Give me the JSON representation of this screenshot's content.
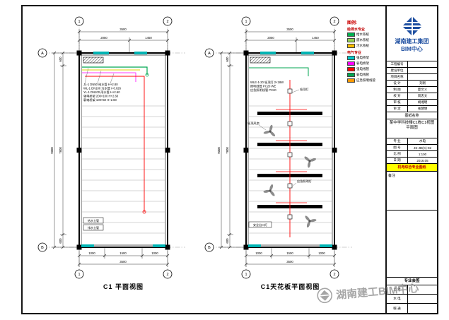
{
  "sheet": {
    "watermark_text": "湖南建工BIM中心"
  },
  "legend": {
    "title": "图例:",
    "plumbing_header": "给排水专业",
    "plumbing_items": [
      {
        "label": "给水系统",
        "color": "#00b050"
      },
      {
        "label": "废水系统",
        "color": "#92d050"
      },
      {
        "label": "污水系统",
        "color": "#ffc000"
      }
    ],
    "electrical_header": "电气专业",
    "electrical_items": [
      {
        "label": "强电桥架",
        "color": "#00c8c8"
      },
      {
        "label": "弱电桥架",
        "color": "#ff00ff"
      },
      {
        "label": "强电线管",
        "color": "#ff0000"
      },
      {
        "label": "弱电线管",
        "color": "#00a651"
      },
      {
        "label": "应急照明线管",
        "color": "#ff9900"
      }
    ]
  },
  "dims": {
    "top_total": "3500",
    "top_seg1": "2050",
    "top_seg2": "1450",
    "left_total": "9000",
    "left_seg1": "600",
    "left_seg2": "7800",
    "left_seg3": "600",
    "bottom_seg1": "1000",
    "bottom_seg2": "1500",
    "bottom_seg3": "1000",
    "bottom_total": "3500",
    "bubble_top1": "1",
    "bubble_top2": "2",
    "bubble_side_top": "A",
    "bubble_side_bottom": "B",
    "bubble_bottom1": "1",
    "bubble_bottom2": "2"
  },
  "plan_left": {
    "title": "C1 平面视图",
    "notes": [
      "JL-1 DN50 给水管 H+2.80",
      "WL-1 DN100 污水管 i=0.026",
      "YL-1 DN100 雨水管 H+2.60",
      "强电桥架 200×100 H+2.60",
      "弱电桥架 100×50 H+2.60"
    ],
    "label_riser1": "给水立管",
    "label_riser2": "排水立管"
  },
  "plan_right": {
    "title": "C1天花板平面视图",
    "notes": [
      "WLE-1-20 吸顶灯 2×18W",
      "照明线管 PC20 WE",
      "应急照明线管 PC20"
    ],
    "label_light": "吸顶灯",
    "label_fan": "吸顶风扇",
    "label_emergency": "应急照明灯",
    "label_exit": "安全出口灯"
  },
  "titleblock": {
    "company_line1": "湖南建工集团",
    "company_line2": "BIM中心",
    "rows": [
      {
        "label": "工程编号",
        "value": ""
      },
      {
        "label": "建设单位",
        "value": ""
      },
      {
        "label": "项目名称",
        "value": ""
      },
      {
        "label": "设 计",
        "value": "刘刚"
      },
      {
        "label": "制 图",
        "value": "夏文义"
      },
      {
        "label": "校 对",
        "value": "周志文"
      },
      {
        "label": "审 核",
        "value": "胡湘明"
      },
      {
        "label": "审 定",
        "value": "张健明"
      }
    ],
    "drawing_name_label": "图纸名称",
    "drawing_name": "某中学科技楼C1栋C1视图平面图",
    "info_rows": [
      {
        "label": "专 业",
        "value": "水电"
      },
      {
        "label": "图 号",
        "value": "JS-JD(C)-02"
      },
      {
        "label": "比 例",
        "value": "1:100"
      },
      {
        "label": "日 期",
        "value": "2016.05"
      }
    ],
    "highlight_note": "机电综合专业图纸",
    "remark_label": "备注",
    "sign_header": "专业会签",
    "sign_rows": [
      {
        "label": "土 建"
      },
      {
        "label": "水 电"
      },
      {
        "label": "暖 通"
      }
    ]
  }
}
